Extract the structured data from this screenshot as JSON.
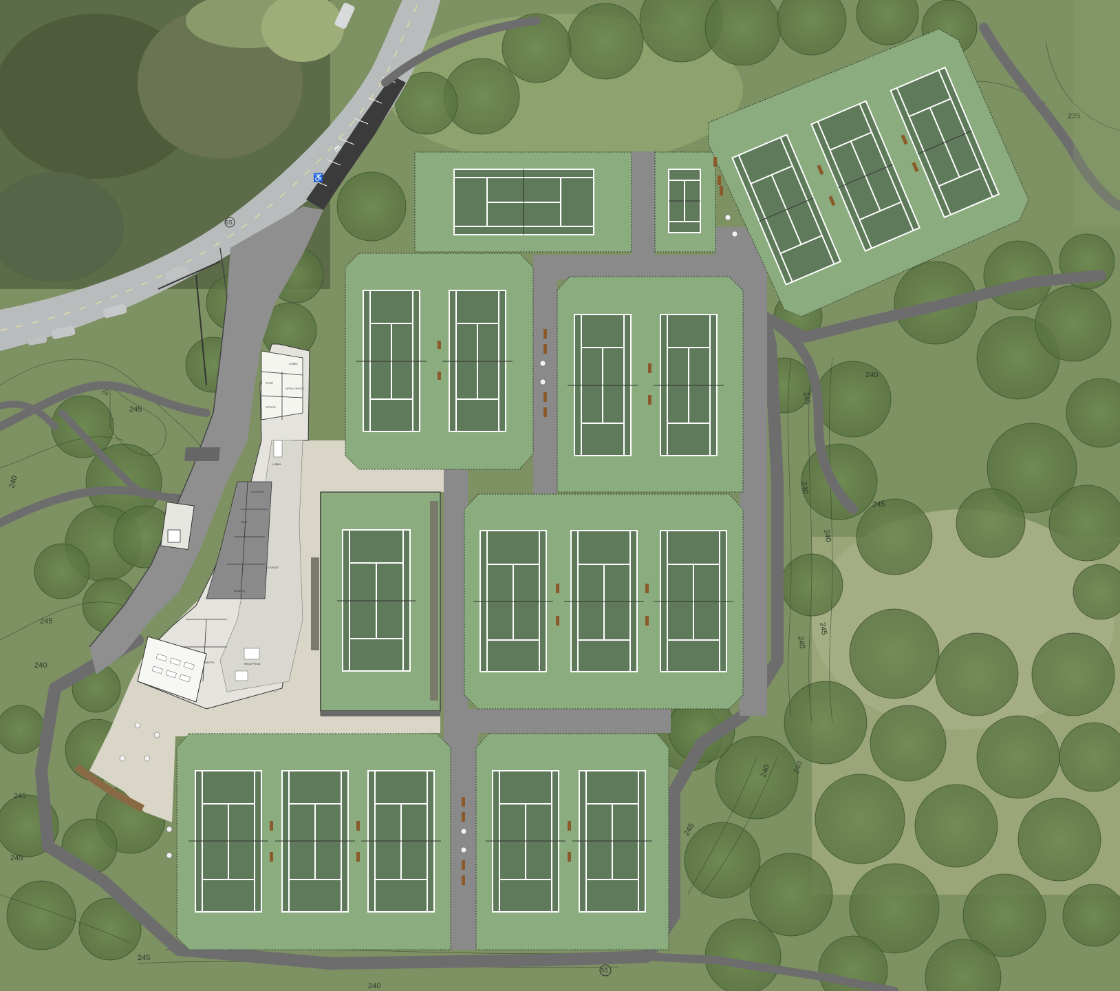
{
  "map": {
    "contour_labels": [
      "245",
      "240",
      "240",
      "245",
      "240",
      "245",
      "235",
      "240",
      "240",
      "245",
      "240",
      "245",
      "240",
      "245",
      "240",
      "240",
      "245",
      "245",
      "245",
      "240"
    ],
    "symbols": {
      "sanitary_sewer": "SS",
      "road_marks": [
        "E",
        "♿"
      ]
    },
    "clubhouse_rooms": [
      "LOBBY",
      "OPEN OFFICE",
      "STOR",
      "OFFICE",
      "LOBBY",
      "LOCKERS",
      "LOUNGE",
      "MEN",
      "WOMEN",
      "RECEPTION",
      "PANTRY"
    ],
    "colors": {
      "court_surround": "#8aac7e",
      "court_play": "#5f7a5a",
      "court_lines": "#ffffff",
      "pavement": "#8a8a8a",
      "road": "#b9bcbc",
      "plaza": "#d9d6c8",
      "grass": "#7d9163",
      "tree_canopy": "#5e7a44"
    }
  }
}
